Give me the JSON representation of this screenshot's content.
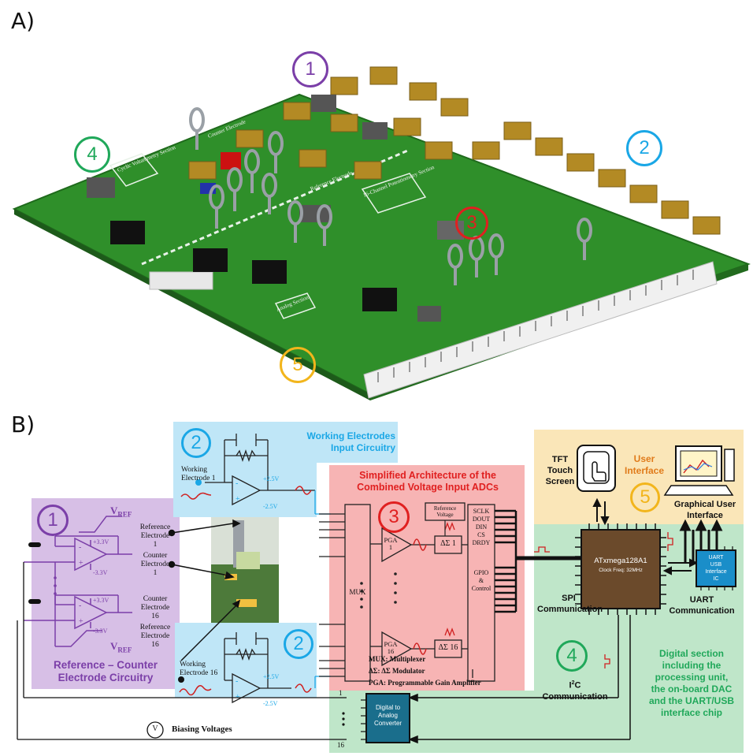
{
  "panels": {
    "a": "A)",
    "b": "B)"
  },
  "markers": {
    "m1": "1",
    "m2": "2",
    "m3": "3",
    "m4": "4",
    "m5": "5"
  },
  "pcb_labels": {
    "cv": "Cyclic Voltammetry Section",
    "pot": "16-Channel Potentiometry Section",
    "counter": "Counter Electrode",
    "ref": "Reference Electrode",
    "analog": "Analog Section"
  },
  "working": {
    "title": "Working Electrodes\nInput Circuitry",
    "we1": "Working\nElectrode 1",
    "we16": "Working\nElectrode 16",
    "plus": "+2.5V",
    "minus": "-2.5V"
  },
  "refcounter": {
    "vref": "V",
    "vref_sub": "REF",
    "plus": "+3.3V",
    "minus": "-3.3V",
    "re1": "Reference\nElectrode\n1",
    "ce1": "Counter\nElectrode\n1",
    "ce16": "Counter\nElectrode\n16",
    "re16": "Reference\nElectrode\n16",
    "title": "Reference – Counter\nElectrode Circuitry"
  },
  "adc": {
    "title": "Simplified Architecture of the\nCombined Voltage Input ADCs",
    "ref_voltage": "Reference\nVoltage",
    "mux": "MUX",
    "pga1": "PGA\n1",
    "pga16": "PGA\n16",
    "ds1": "ΔΣ 1",
    "ds16": "ΔΣ 16",
    "pins_top": "SCLK\nDOUT\nDIN\nCS\nDRDY",
    "pins_bottom": "GPIO\n&\nControl",
    "legend1": "MUX: Multiplexer",
    "legend2": "ΔΣ: ΔΣ Modulator",
    "legend3": "PGA: Programmable Gain Amplifier"
  },
  "user": {
    "tft": "TFT\nTouch\nScreen",
    "ui": "User\nInterface",
    "gui": "Graphical User\nInterface"
  },
  "digital": {
    "mcu": "ATxmega128A1",
    "clock": "Clock Freq: 32MHz",
    "spi": "SPI\nCommunication",
    "uart_chip": "UART\nUSB\nInterface\nIC",
    "uart": "UART\nCommunication",
    "i2c": "I",
    "i2c_sup": "2",
    "i2c_rest": "C\nCommunication",
    "desc": "Digital section\nincluding the\nprocessing unit,\nthe on-board DAC\nand the UART/USB\ninterface chip",
    "dac": "Digital to\nAnalog\nConverter",
    "dac_in1": "1",
    "dac_in16": "16",
    "biasing": "Biasing Voltages",
    "v": "V"
  },
  "colors": {
    "purple": "#7b3fa8",
    "cyan": "#1aa7e6",
    "red": "#e02020",
    "green": "#20a85a",
    "yellow": "#f2b51c",
    "purple_bg": "#d7bfe6",
    "cyan_bg": "#bfe6f7",
    "red_bg": "#f7b4b4",
    "green_bg": "#bfe6c9",
    "yellow_bg": "#fae6b8",
    "pcb": "#2f8f2a"
  }
}
